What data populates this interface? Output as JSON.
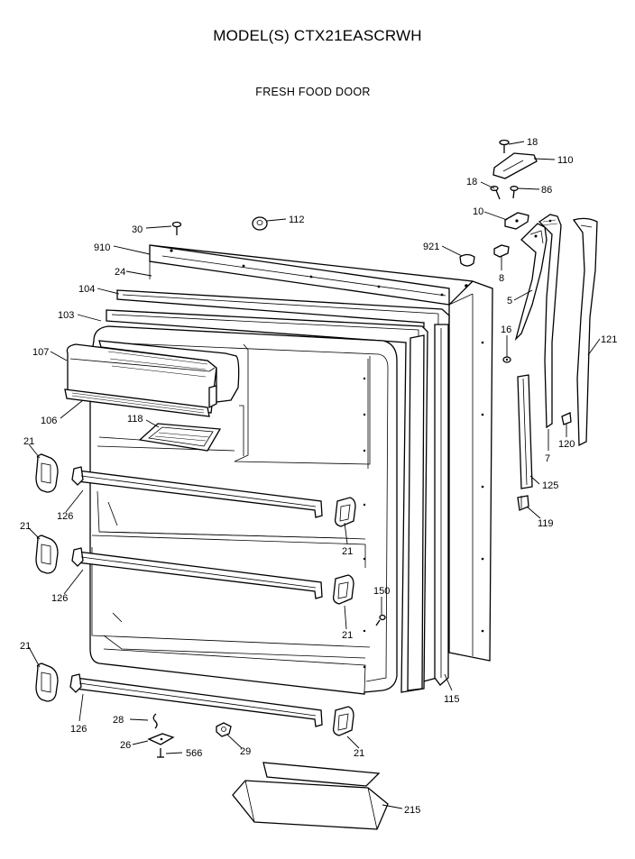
{
  "header": {
    "model": "MODEL(S) CTX21EASCRWH",
    "section": "FRESH FOOD DOOR"
  },
  "callouts": [
    {
      "key": "c18a",
      "label": "18"
    },
    {
      "key": "c110",
      "label": "110"
    },
    {
      "key": "c18b",
      "label": "18"
    },
    {
      "key": "c86",
      "label": "86"
    },
    {
      "key": "c10",
      "label": "10"
    },
    {
      "key": "c30",
      "label": "30"
    },
    {
      "key": "c112",
      "label": "112"
    },
    {
      "key": "c910",
      "label": "910"
    },
    {
      "key": "c921",
      "label": "921"
    },
    {
      "key": "c24",
      "label": "24"
    },
    {
      "key": "c8",
      "label": "8"
    },
    {
      "key": "c104",
      "label": "104"
    },
    {
      "key": "c5",
      "label": "5"
    },
    {
      "key": "c103",
      "label": "103"
    },
    {
      "key": "c16",
      "label": "16"
    },
    {
      "key": "c121",
      "label": "121"
    },
    {
      "key": "c107",
      "label": "107"
    },
    {
      "key": "c106",
      "label": "106"
    },
    {
      "key": "c118",
      "label": "118"
    },
    {
      "key": "c7",
      "label": "7"
    },
    {
      "key": "c120",
      "label": "120"
    },
    {
      "key": "c21a",
      "label": "21"
    },
    {
      "key": "c125",
      "label": "125"
    },
    {
      "key": "c126a",
      "label": "126"
    },
    {
      "key": "c119",
      "label": "119"
    },
    {
      "key": "c21b",
      "label": "21"
    },
    {
      "key": "c21c",
      "label": "21"
    },
    {
      "key": "c150",
      "label": "150"
    },
    {
      "key": "c126b",
      "label": "126"
    },
    {
      "key": "c21d",
      "label": "21"
    },
    {
      "key": "c21e",
      "label": "21"
    },
    {
      "key": "c115",
      "label": "115"
    },
    {
      "key": "c126c",
      "label": "126"
    },
    {
      "key": "c28",
      "label": "28"
    },
    {
      "key": "c26",
      "label": "26"
    },
    {
      "key": "c566",
      "label": "566"
    },
    {
      "key": "c29",
      "label": "29"
    },
    {
      "key": "c21f",
      "label": "21"
    },
    {
      "key": "c215",
      "label": "215"
    }
  ]
}
